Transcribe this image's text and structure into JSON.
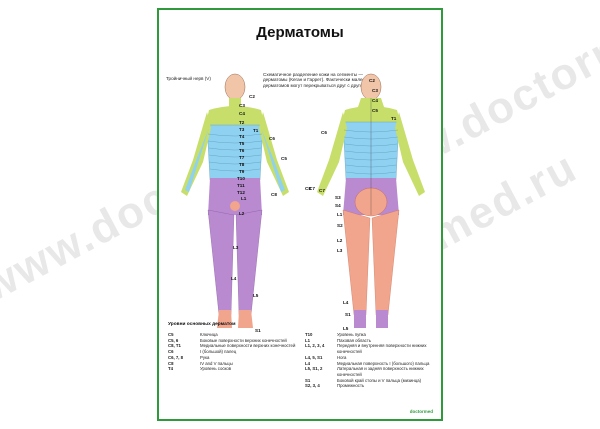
{
  "title": "Дерматомы",
  "description": "Схематичное разделение кожи на сегменты — дерматомы (Кеган и Гаррет). Фактически маленькие дерматомов могут перекрываться друг с другом.",
  "nerve_label": "Тройничный нерв (V)",
  "front_labels": [
    "C2",
    "C3",
    "C4",
    "C5",
    "C6",
    "T1",
    "T2",
    "T3",
    "T4",
    "T5",
    "T6",
    "T7",
    "T8",
    "T9",
    "T10",
    "T11",
    "T12",
    "L1",
    "L2",
    "L3",
    "L4",
    "L5",
    "S1",
    "C7",
    "C8"
  ],
  "back_labels": [
    "C2",
    "C3",
    "C4",
    "C5",
    "C6",
    "C7",
    "C8",
    "T1",
    "L1",
    "L2",
    "L3",
    "L4",
    "L5",
    "S1",
    "S2",
    "S3",
    "S4"
  ],
  "legend_title": "Уровни основных дерматом",
  "legend_left": [
    {
      "code": "C5",
      "text": "Ключица"
    },
    {
      "code": "C5, 6",
      "text": "Боковые поверхности верхних конечностей"
    },
    {
      "code": "C8, T1",
      "text": "Медиальные поверхности верхних конечностей"
    },
    {
      "code": "C6",
      "text": "I (большой) палец"
    },
    {
      "code": "C6, 7, 8",
      "text": "Рука"
    },
    {
      "code": "C8",
      "text": "IV and V пальцы"
    },
    {
      "code": "T4",
      "text": "Уровень сосков"
    }
  ],
  "legend_right": [
    {
      "code": "T10",
      "text": "Уровень пупка"
    },
    {
      "code": "L1",
      "text": "Паховая область"
    },
    {
      "code": "L1, 2, 3, 4",
      "text": "Передняя и внутренняя поверхности нижних конечностей"
    },
    {
      "code": "L4, 5, S1",
      "text": "Нога"
    },
    {
      "code": "L4",
      "text": "Медиальная поверхность I (большого) пальца"
    },
    {
      "code": "L5, S1, 2",
      "text": "Латеральная и задняя поверхность нижних конечностей"
    },
    {
      "code": "S1",
      "text": "Боковой край стопы и V пальца (мизинца)"
    },
    {
      "code": "S2, 3, 4",
      "text": "Промежность"
    }
  ],
  "logo": "doctormed",
  "watermark": "www.doctormed.ru",
  "colors": {
    "frame": "#2e9a3c",
    "cervical": "#c7de6a",
    "thoracic": "#8fd1f0",
    "lumbar": "#b98ad0",
    "sacral": "#f0a58c",
    "skin": "#f1c5a8"
  }
}
